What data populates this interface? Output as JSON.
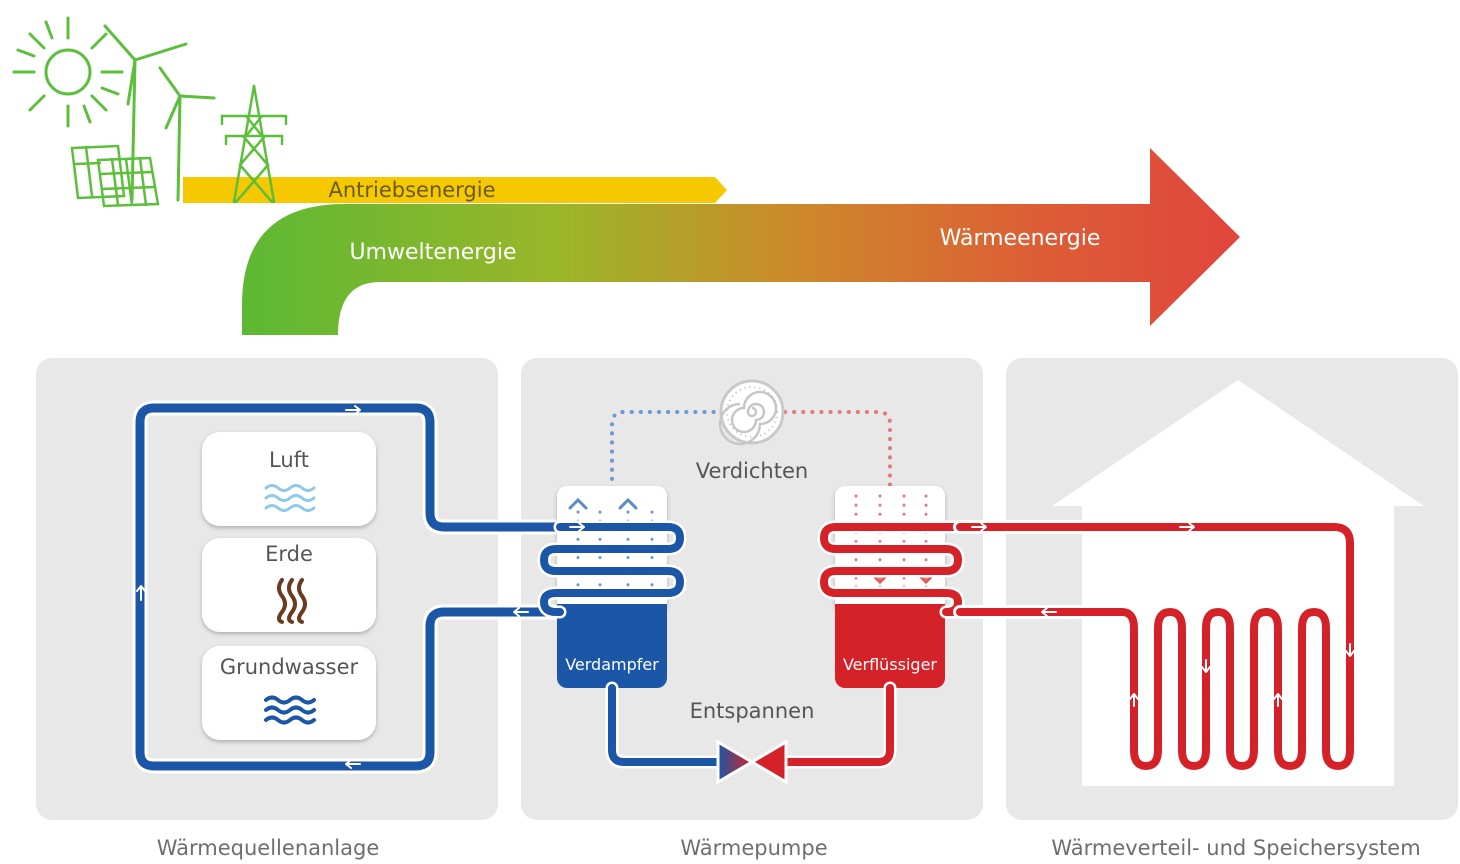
{
  "flow": {
    "drive": "Antriebsenergie",
    "environment": "Umweltenergie",
    "heat": "Wärmeenergie"
  },
  "panels": {
    "source": {
      "title": "Wärmequellenanlage",
      "cards": [
        "Luft",
        "Erde",
        "Grundwasser"
      ]
    },
    "pump": {
      "title": "Wärmepumpe",
      "compress": "Verdichten",
      "expand": "Entspannen",
      "evaporator": "Verdampfer",
      "condenser": "Verflüssiger"
    },
    "distribution": {
      "title": "Wärmeverteil- und Speichersystem"
    }
  },
  "colors": {
    "cold": "#1c56a6",
    "hot": "#d42228",
    "green": "#58b53a",
    "yellow": "#f5c800",
    "panel": "#e8e8e8"
  },
  "icons": [
    "sun-icon",
    "wind-turbine-icon",
    "solar-panel-icon",
    "power-pylon-icon",
    "air-waves-icon",
    "earth-heat-icon",
    "water-waves-icon",
    "compressor-icon",
    "expansion-valve-icon",
    "house-icon"
  ]
}
